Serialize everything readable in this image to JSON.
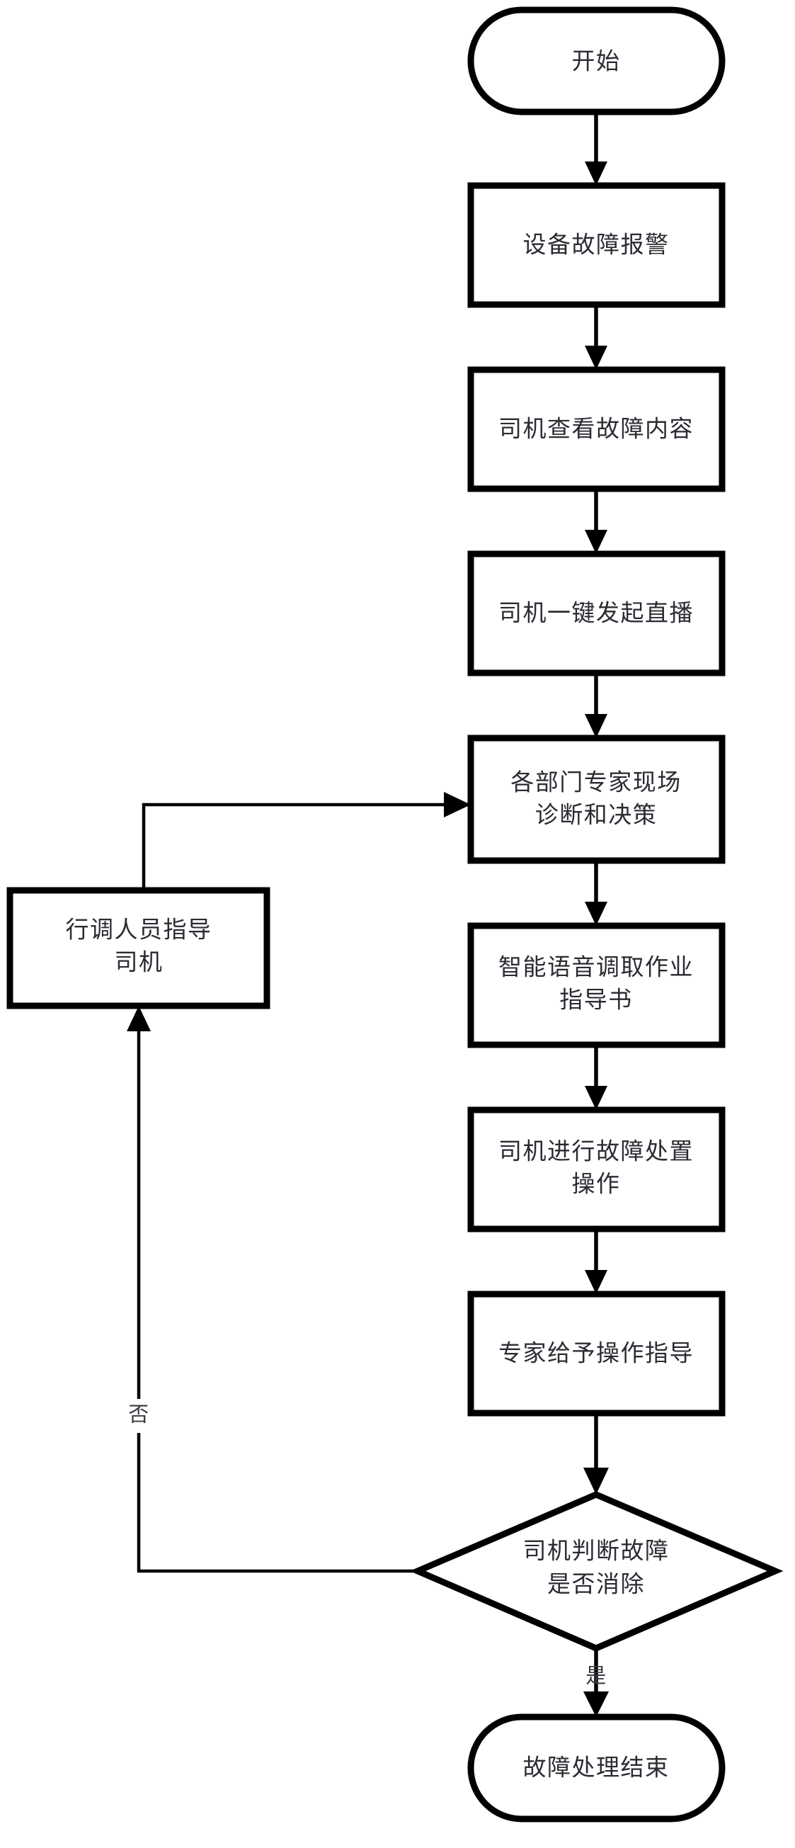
{
  "diagram": {
    "type": "flowchart",
    "orientation": "top-to-bottom",
    "language": "zh-CN",
    "background_color": "#ffffff",
    "stroke_color": "#000000",
    "text_color": "#2b2b33",
    "nodes": [
      {
        "id": "start",
        "shape": "terminal",
        "label": "开始",
        "lines": [
          "开始"
        ]
      },
      {
        "id": "alarm",
        "shape": "process",
        "label": "设备故障报警",
        "lines": [
          "设备故障报警"
        ]
      },
      {
        "id": "view-fault",
        "shape": "process",
        "label": "司机查看故障内容",
        "lines": [
          "司机查看故障内容"
        ]
      },
      {
        "id": "start-live",
        "shape": "process",
        "label": "司机一键发起直播",
        "lines": [
          "司机一键发起直播"
        ]
      },
      {
        "id": "expert-diag",
        "shape": "process",
        "label": "各部门专家现场诊断和决策",
        "lines": [
          "各部门专家现场",
          "诊断和决策"
        ]
      },
      {
        "id": "dispatcher",
        "shape": "process",
        "label": "行调人员指导司机",
        "lines": [
          "行调人员指导",
          "司机"
        ]
      },
      {
        "id": "voice-manual",
        "shape": "process",
        "label": "智能语音调取作业指导书",
        "lines": [
          "智能语音调取作业",
          "指导书"
        ]
      },
      {
        "id": "driver-fix",
        "shape": "process",
        "label": "司机进行故障处置操作",
        "lines": [
          "司机进行故障处置",
          "操作"
        ]
      },
      {
        "id": "expert-guide",
        "shape": "process",
        "label": "专家给予操作指导",
        "lines": [
          "专家给予操作指导"
        ]
      },
      {
        "id": "decision",
        "shape": "decision",
        "label": "司机判断故障是否消除",
        "lines": [
          "司机判断故障",
          "是否消除"
        ]
      },
      {
        "id": "end",
        "shape": "terminal",
        "label": "故障处理结束",
        "lines": [
          "故障处理结束"
        ]
      }
    ],
    "edges": [
      {
        "from": "start",
        "to": "alarm",
        "label": ""
      },
      {
        "from": "alarm",
        "to": "view-fault",
        "label": ""
      },
      {
        "from": "view-fault",
        "to": "start-live",
        "label": ""
      },
      {
        "from": "start-live",
        "to": "expert-diag",
        "label": ""
      },
      {
        "from": "expert-diag",
        "to": "voice-manual",
        "label": ""
      },
      {
        "from": "voice-manual",
        "to": "driver-fix",
        "label": ""
      },
      {
        "from": "driver-fix",
        "to": "expert-guide",
        "label": ""
      },
      {
        "from": "expert-guide",
        "to": "decision",
        "label": ""
      },
      {
        "from": "decision",
        "to": "end",
        "label": "是"
      },
      {
        "from": "decision",
        "to": "dispatcher",
        "label": "否"
      },
      {
        "from": "dispatcher",
        "to": "expert-diag",
        "label": ""
      }
    ],
    "edge_labels": {
      "yes": "是",
      "no": "否"
    }
  }
}
